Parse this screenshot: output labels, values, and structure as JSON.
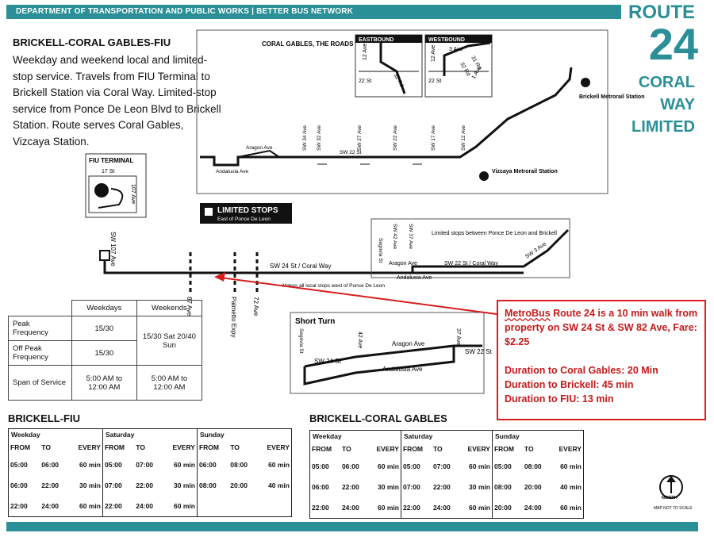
{
  "header": {
    "bar_text": "DEPARTMENT OF TRANSPORTATION AND PUBLIC WORKS  |  BETTER BUS NETWORK",
    "route_label": "ROUTE",
    "route_number": "24",
    "route_name_line1": "CORAL",
    "route_name_line2": "WAY",
    "route_name_line3": "LIMITED",
    "brand_color": "#2a8f96"
  },
  "intro": {
    "title": "BRICKELL-CORAL GABLES-FIU",
    "description": "Weekday and weekend local and limited-stop service. Travels from FIU Terminal to Brickell Station via Coral Way.  Limited-stop service from Ponce De Leon Blvd to Brickell Station.  Route serves Coral Gables, Vizcaya Station."
  },
  "map": {
    "inset_title": "CORAL GABLES, THE ROADS & BRICKELL",
    "eastbound": "EASTBOUND",
    "westbound": "WESTBOUND",
    "fiu_terminal": "FIU TERMINAL",
    "st17": "17 St",
    "ave107": "107 Ave",
    "sw107": "SW 107 Ave",
    "sw24": "SW 24 St / Coral Way",
    "sw22": "SW 22 St / Coral Way",
    "sw22_short": "SW 22 St",
    "sw24_short": "SW 24 St",
    "ave87": "87 Ave",
    "palmetto": "Palmetto Expy",
    "ave72": "72 Ave",
    "sw3": "SW 3 Ave",
    "limited_stops": "LIMITED STOPS",
    "limited_sub": "East of Ponce De Leon",
    "limited_note": "Limited stops between Ponce De Leon and Brickell",
    "local_note": "Makes all local stops west of Ponce De Leon",
    "segovia": "Segovia St",
    "aragon": "Aragon Ave",
    "andalusia": "Andalusia Ave",
    "sw42": "SW 42 Ave",
    "sw37": "SW 37 Ave",
    "ave42": "42 Ave",
    "ave37": "37 Ave",
    "short_turn": "Short Turn",
    "brickell_station": "Brickell Metrorail Station",
    "vizcaya_station": "Vizcaya Metrorail Station",
    "north": "NORTH",
    "not_to_scale": "MAP NOT TO SCALE",
    "street_labels": [
      "SW 34 Ave",
      "SW 32 Ave",
      "SW 27 Ave",
      "SW 22 Ave",
      "SW 17 Ave",
      "SW 12 Ave"
    ],
    "eb_labels": [
      "12 Ave",
      "32 Rd",
      "22 St"
    ],
    "wb_labels": [
      "12 Ave",
      "3 Ave",
      "31 Rd",
      "32 Rd",
      "1 Ave",
      "22 St"
    ]
  },
  "frequency": {
    "col_weekdays": "Weekdays",
    "col_weekends": "Weekends",
    "rows": [
      {
        "label": "Peak Frequency",
        "weekdays": "15/30",
        "weekends": "15/30 Sat 20/40 Sun"
      },
      {
        "label": "Off Peak Frequency",
        "weekdays": "15/30",
        "weekends": ""
      },
      {
        "label": "Span of Service",
        "weekdays": "5:00 AM to 12:00 AM",
        "weekends": "5:00 AM to 12:00 AM"
      }
    ]
  },
  "schedules": [
    {
      "title": "BRICKELL-FIU",
      "days": [
        "Weekday",
        "Saturday",
        "Sunday"
      ],
      "cols": [
        "FROM",
        "TO",
        "EVERY"
      ],
      "rows": [
        [
          "05:00",
          "06:00",
          "60 min",
          "05:00",
          "07:00",
          "60 min",
          "06:00",
          "08:00",
          "60 min"
        ],
        [
          "06:00",
          "22:00",
          "30 min",
          "07:00",
          "22:00",
          "30 min",
          "08:00",
          "20:00",
          "40 min"
        ],
        [
          "22:00",
          "24:00",
          "60 min",
          "22:00",
          "24:00",
          "60 min",
          "",
          "",
          ""
        ]
      ]
    },
    {
      "title": "BRICKELL-CORAL GABLES",
      "days": [
        "Weekday",
        "Saturday",
        "Sunday"
      ],
      "cols": [
        "FROM",
        "TO",
        "EVERY"
      ],
      "rows": [
        [
          "05:00",
          "06:00",
          "60 min",
          "05:00",
          "07:00",
          "60 min",
          "05:00",
          "08:00",
          "60 min"
        ],
        [
          "06:00",
          "22:00",
          "30 min",
          "07:00",
          "22:00",
          "30 min",
          "08:00",
          "20:00",
          "40 min"
        ],
        [
          "22:00",
          "24:00",
          "60 min",
          "22:00",
          "24:00",
          "60 min",
          "20:00",
          "24:00",
          "60 min"
        ]
      ]
    }
  ],
  "callout": {
    "line1_a": "MetroBus",
    "line1_b": " Route 24 is a 10 min walk from property on SW 24 St & SW 82 Ave, Fare: $2.25",
    "dur1": "Duration to Coral Gables: 20 Min",
    "dur2": "Duration to Brickell: 45 min",
    "dur3": "Duration to FIU: 13 min",
    "accent": "#d81d1d"
  }
}
